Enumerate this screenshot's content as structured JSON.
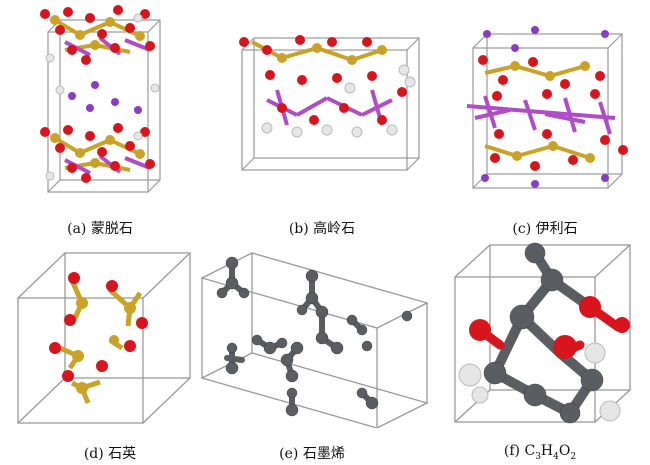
{
  "figure": {
    "panels": [
      {
        "id": "a",
        "caption": "(a) 蒙脱石"
      },
      {
        "id": "b",
        "caption": "(b) 高岭石"
      },
      {
        "id": "c",
        "caption": "(c) 伊利石"
      },
      {
        "id": "d",
        "caption": "(d) 石英"
      },
      {
        "id": "e",
        "caption": "(e) 石墨烯"
      },
      {
        "id": "f",
        "caption_prefix": "(f) C",
        "sub1": "3",
        "mid": "H",
        "sub2": "4",
        "mid2": "O",
        "sub3": "2"
      }
    ],
    "colors": {
      "oxygen": "#d8141c",
      "silicon": "#c9a227",
      "aluminum_potassium": "#b04cc8",
      "hydrogen": "#e6e6e6",
      "carbon": "#5a5e63",
      "cell_edge": "#9a9a9a"
    }
  }
}
